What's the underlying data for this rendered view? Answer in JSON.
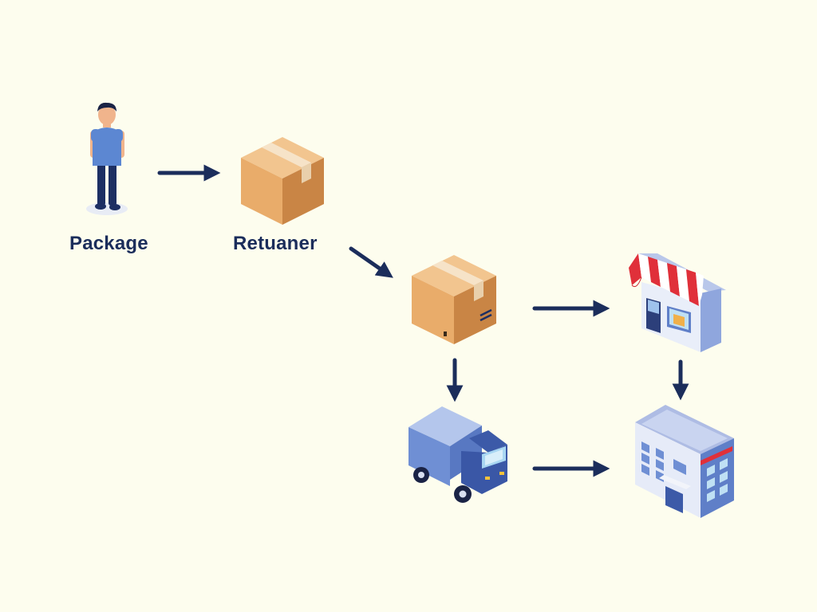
{
  "diagram": {
    "labels": {
      "person": "Package",
      "first_box": "Retuaner"
    },
    "icons": {
      "person": "person-icon",
      "first_box": "package-box-icon",
      "second_box": "package-box-icon",
      "store": "storefront-icon",
      "truck": "delivery-truck-icon",
      "warehouse": "warehouse-building-icon"
    },
    "flow": [
      {
        "from": "person",
        "to": "first_box"
      },
      {
        "from": "first_box",
        "to": "second_box"
      },
      {
        "from": "second_box",
        "to": "store"
      },
      {
        "from": "second_box",
        "to": "truck"
      },
      {
        "from": "store",
        "to": "warehouse"
      },
      {
        "from": "truck",
        "to": "warehouse"
      }
    ],
    "colors": {
      "background": "#fdfdee",
      "arrow": "#1b2d5b",
      "label": "#1b2d5b",
      "box": "#e3a968",
      "awning_red": "#e0303a",
      "building_blue": "#7f9bd8"
    }
  }
}
